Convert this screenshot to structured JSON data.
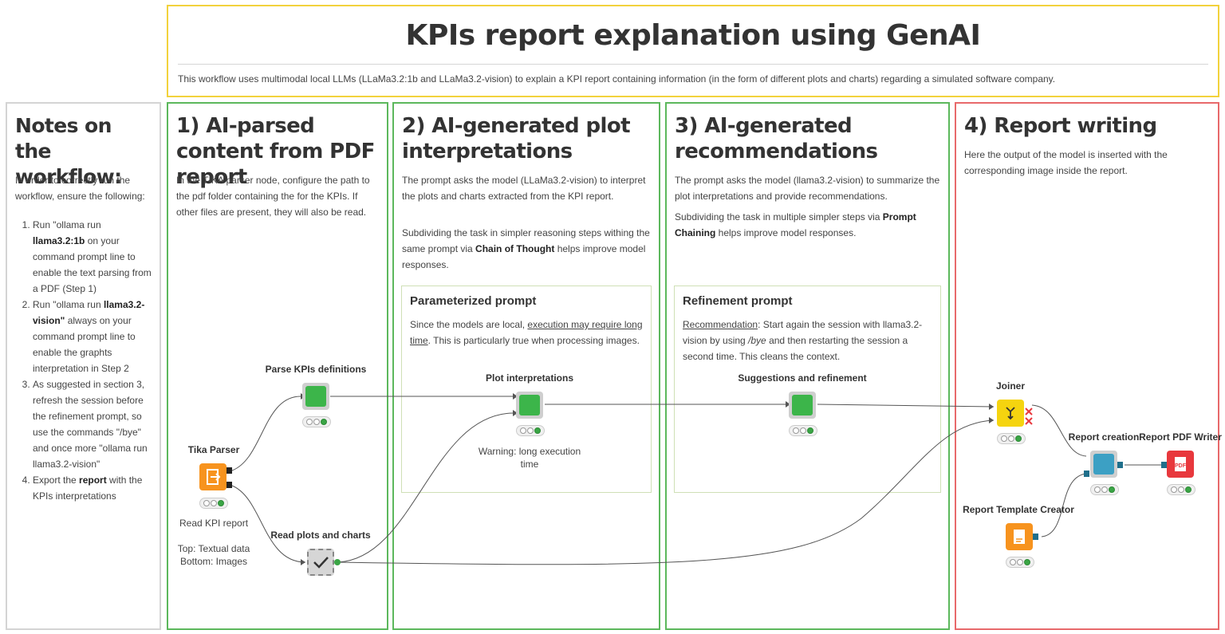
{
  "header": {
    "title": "KPIs report explanation using GenAI",
    "description": "This workflow uses multimodal local LLMs (LLaMa3.2:1b and LLaMa3.2-vision) to explain a KPI report containing information (in the form of different plots and charts) regarding a simulated software company."
  },
  "notes": {
    "title": "Notes on the workflow:",
    "intro": "In order to correctly run the workflow, ensure the following:",
    "steps": [
      {
        "pre": "Run \"ollama run ",
        "bold": "llama3.2:1b",
        "post": " on your command prompt line to enable the text parsing from a PDF (Step 1)"
      },
      {
        "pre": "Run \"ollama run ",
        "bold": "llama3.2-vision\"",
        "post": " always on your command prompt line to enable the graphts interpretation in Step 2"
      },
      {
        "pre": "As suggested in section 3, refresh the session before the refinement prompt, so use the commands \"/bye\" and once more \"ollama run llama3.2-vision\"",
        "bold": "",
        "post": ""
      },
      {
        "pre": "Export the ",
        "bold": "report",
        "post": " with the KPIs interpretations"
      }
    ]
  },
  "sections": {
    "s1": {
      "title": "1) AI-parsed content from PDF report",
      "text": "In the TIKA parser node, configure the path to the pdf folder containing the for the KPIs. If other files are present, they will also be read."
    },
    "s2": {
      "title": "2) AI-generated plot interpretations",
      "text1": "The prompt asks the model (LLaMa3.2-vision) to interpret the plots and charts extracted from the KPI report.",
      "text2_pre": "Subdividing the task in simpler reasoning steps withing the same prompt via ",
      "text2_bold": "Chain of Thought",
      "text2_post": " helps improve model responses.",
      "sub_title": "Parameterized prompt",
      "sub_pre": "Since the models are local, ",
      "sub_u": "execution may require long time",
      "sub_post": ". This is particularly true when processing images."
    },
    "s3": {
      "title": "3) AI-generated recommendations",
      "text1": "The prompt asks the model (llama3.2-vision) to summarize the plot interpretations and provide recommendations.",
      "text2_pre": "Subdividing the task in multiple simpler steps via ",
      "text2_bold": "Prompt Chaining",
      "text2_post": " helps improve model responses.",
      "sub_title": "Refinement prompt",
      "sub_u": "Recommendation",
      "sub_pre": ": Start again the session with llama3.2-vision by using ",
      "sub_i": "/bye",
      "sub_post": " and then restarting the session a second time. This cleans the context."
    },
    "s4": {
      "title": "4) Report writing",
      "text": "Here the output of the model is inserted with the corresponding image inside the report."
    }
  },
  "nodes": {
    "tika": {
      "label": "Tika Parser",
      "caption1": "Read KPI report",
      "caption2": "Top: Textual data",
      "caption3": "Bottom: Images",
      "icon": "file-import-icon",
      "color": "#f7931e"
    },
    "parse_kpi": {
      "label": "Parse KPIs definitions",
      "icon": "",
      "color": "#3cb54a"
    },
    "read_plots": {
      "label": "Read plots and charts",
      "icon": "checkmark-icon",
      "color": "#c8c8c8"
    },
    "plot_interp": {
      "label": "Plot interpretations",
      "caption1": "Warning: long execution",
      "caption2": "time",
      "color": "#3cb54a"
    },
    "suggestions": {
      "label": "Suggestions and refinement",
      "color": "#3cb54a"
    },
    "joiner": {
      "label": "Joiner",
      "icon": "joiner-icon",
      "color": "#f5d40f"
    },
    "report_creation": {
      "label": "Report creation",
      "color": "#3ca0c4"
    },
    "report_pdf": {
      "label": "Report PDF Writer",
      "icon": "pdf-icon",
      "color": "#e8383d"
    },
    "template": {
      "label": "Report Template Creator",
      "icon": "document-icon",
      "color": "#f7931e"
    }
  }
}
